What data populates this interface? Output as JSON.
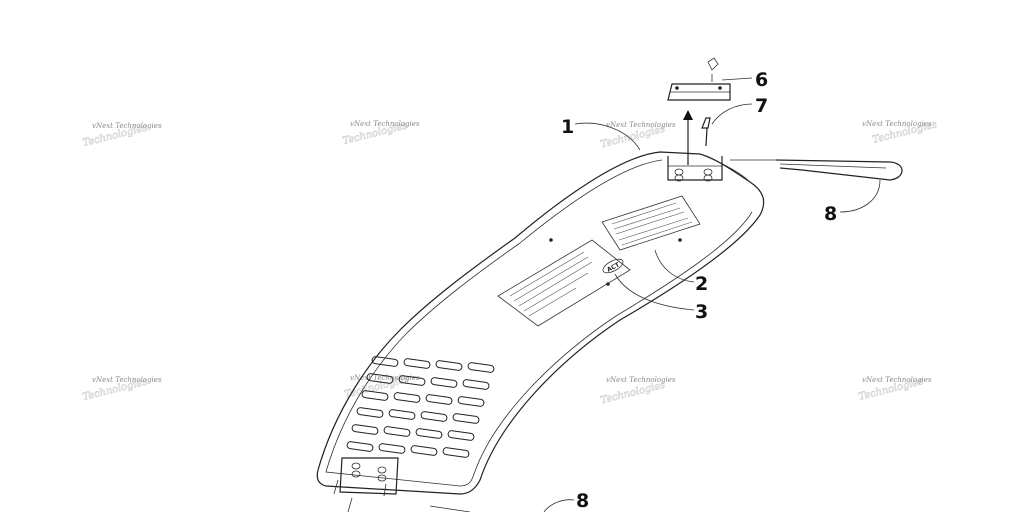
{
  "callouts": {
    "c1": "1",
    "c2": "2",
    "c3": "3",
    "c6": "6",
    "c7": "7",
    "c8a": "8",
    "c8b": "8"
  },
  "watermark": {
    "small": "vNext Technologies",
    "large": "Technologies"
  },
  "decal": {
    "logo": "ACT"
  },
  "colors": {
    "line": "#222222",
    "watermark": "#8a8a8a",
    "background": "#ffffff"
  }
}
